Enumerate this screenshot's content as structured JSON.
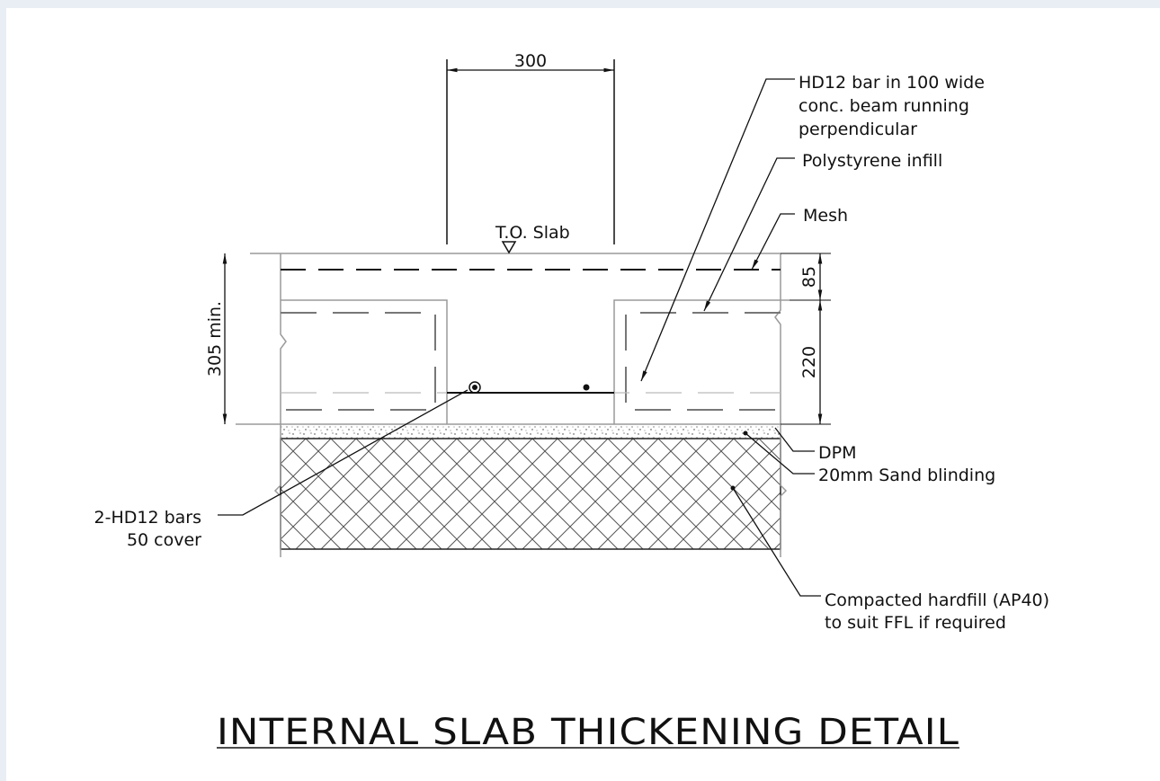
{
  "drawing": {
    "title": "INTERNAL SLAB THICKENING DETAIL",
    "dimensions": {
      "width_top": "300",
      "slab_depth": "305 min.",
      "top_thickness": "85",
      "infill_depth": "220"
    },
    "level_marker": "T.O. Slab",
    "callouts": {
      "bar_line1": "HD12 bar in 100 wide",
      "bar_line2": "conc. beam running",
      "bar_line3": "perpendicular",
      "infill": "Polystyrene infill",
      "mesh": "Mesh",
      "dpm": "DPM",
      "sand": "20mm Sand blinding",
      "bars_line1": "2-HD12 bars",
      "bars_line2": "50 cover",
      "hardfill_line1": "Compacted hardfill (AP40)",
      "hardfill_line2": "to suit FFL if required"
    }
  },
  "colors": {
    "background": "#e9eef5",
    "paper": "#ffffff",
    "ink": "#111111",
    "outline": "#9a9a9a"
  }
}
